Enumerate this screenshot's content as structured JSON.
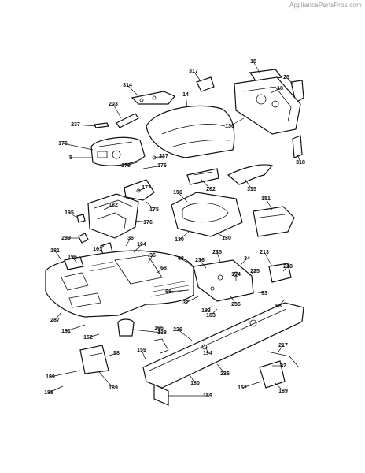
{
  "watermark": "AppliancePartsPros.com",
  "callouts": [
    "15",
    "25",
    "317",
    "314",
    "18",
    "14",
    "203",
    "237",
    "176",
    "5",
    "237",
    "130",
    "178",
    "176",
    "318",
    "177",
    "150",
    "202",
    "315",
    "182",
    "175",
    "195",
    "151",
    "176",
    "130",
    "130",
    "289",
    "36",
    "194",
    "161",
    "181",
    "196",
    "36",
    "213",
    "235",
    "68",
    "34",
    "218",
    "236",
    "68",
    "235",
    "194",
    "53",
    "68",
    "37",
    "183",
    "68",
    "236",
    "183",
    "287",
    "138",
    "181",
    "162",
    "166",
    "226",
    "194",
    "217",
    "159",
    "58",
    "189",
    "226",
    "189",
    "32",
    "189",
    "180",
    "152",
    "189",
    "159"
  ]
}
